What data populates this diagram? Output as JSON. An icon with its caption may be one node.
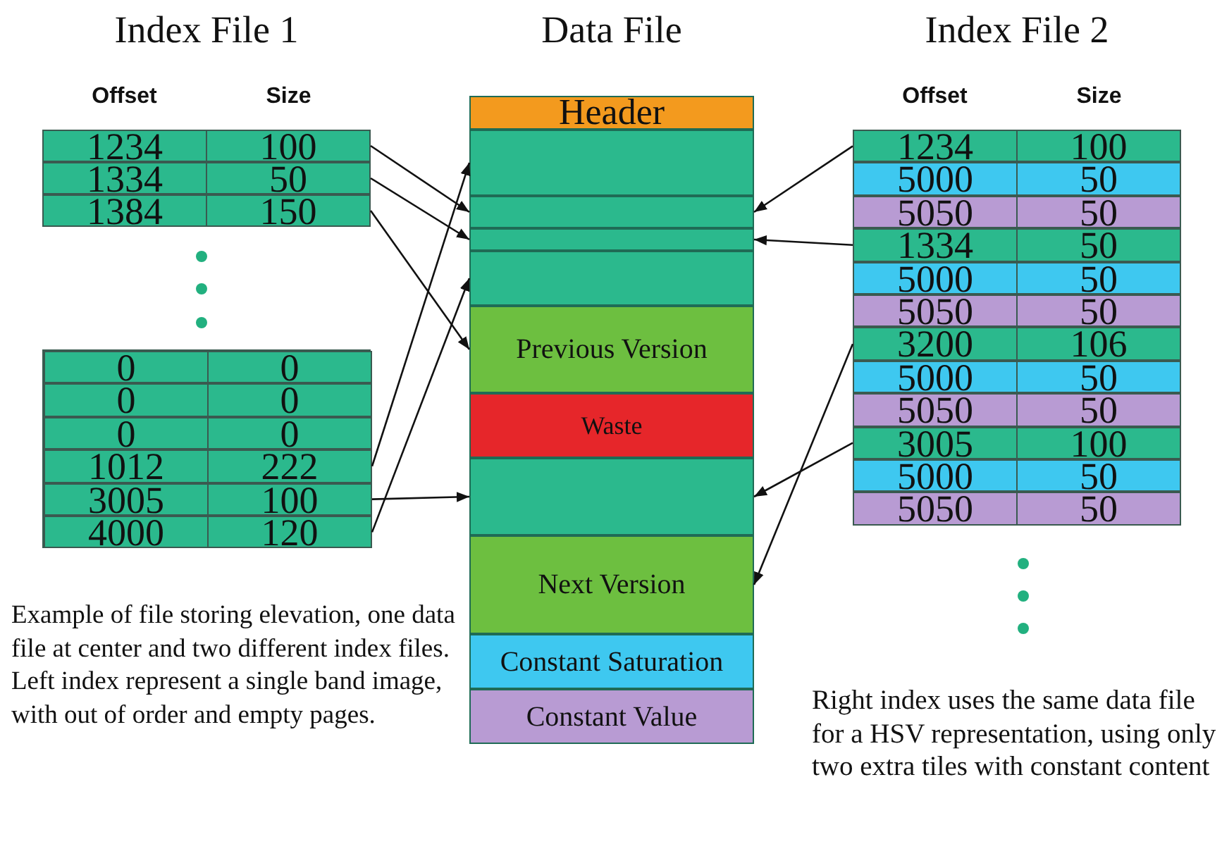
{
  "diagram": {
    "nodes": [
      {
        "text": [
          "Index File 1",
          "Offset",
          "Size"
        ]
      },
      {
        "text": [
          "1234",
          "100"
        ],
        "in": 0
      },
      {
        "text": [
          "1334",
          "50"
        ],
        "in": 0
      },
      {
        "text": [
          "1384",
          "150"
        ],
        "in": 0
      },
      {
        "text": [],
        "shape": "box"
      },
      {
        "text": [
          "0",
          "0"
        ],
        "in": 4
      },
      {
        "text": [
          "0",
          "0"
        ],
        "in": 4
      },
      {
        "text": [
          "0",
          "0"
        ],
        "in": 4
      },
      {
        "text": [
          "1012",
          "222"
        ],
        "in": 4
      },
      {
        "text": [
          "3005",
          "100"
        ],
        "in": 4
      },
      {
        "text": [
          "4000",
          "120"
        ],
        "in": 4
      },
      {
        "text": [
          "Data File"
        ]
      },
      {
        "text": [
          "Header"
        ],
        "in": 11
      },
      {
        "text": [],
        "shape": "box",
        "in": 11
      },
      {
        "text": [],
        "shape": "box",
        "in": 11
      },
      {
        "text": [],
        "shape": "box",
        "in": 11
      },
      {
        "text": [],
        "shape": "box",
        "in": 11
      },
      {
        "text": [
          "Previous Version"
        ],
        "in": 11
      },
      {
        "text": [
          "Waste"
        ],
        "in": 11
      },
      {
        "text": [],
        "shape": "box",
        "in": 11
      },
      {
        "text": [
          "Next Version"
        ],
        "in": 11
      },
      {
        "text": [
          "Constant Saturation"
        ],
        "in": 11
      },
      {
        "text": [
          "Constant Value"
        ],
        "in": 11
      },
      {
        "text": [
          "Index File 2",
          "Offset",
          "Size"
        ]
      },
      {
        "text": [
          "1234",
          "100"
        ],
        "in": 23
      },
      {
        "text": [
          "5000",
          "50"
        ],
        "in": 23
      },
      {
        "text": [
          "5050",
          "50"
        ],
        "in": 23
      },
      {
        "text": [
          "1334",
          "50"
        ],
        "in": 23
      },
      {
        "text": [
          "5000",
          "50"
        ],
        "in": 23
      },
      {
        "text": [
          "5050",
          "50"
        ],
        "in": 23
      },
      {
        "text": [
          "3200",
          "106"
        ],
        "in": 23
      },
      {
        "text": [
          "5000",
          "50"
        ],
        "in": 23
      },
      {
        "text": [
          "5050",
          "50"
        ],
        "in": 23
      },
      {
        "text": [
          "3005",
          "100"
        ],
        "in": 23
      },
      {
        "text": [
          "5000",
          "50"
        ],
        "in": 23
      },
      {
        "text": [
          "5050",
          "50"
        ],
        "in": 23
      }
    ],
    "edges": [
      {
        "from": 1,
        "to": 14,
        "arrow": "to"
      },
      {
        "from": 2,
        "to": 15,
        "arrow": "to"
      },
      {
        "from": 3,
        "to": 17,
        "arrow": "to"
      },
      {
        "from": 8,
        "to": 13,
        "arrow": "to"
      },
      {
        "from": 9,
        "to": 19,
        "arrow": "to"
      },
      {
        "from": 10,
        "to": 16,
        "arrow": "to"
      },
      {
        "from": 24,
        "to": 14,
        "arrow": "to"
      },
      {
        "from": 27,
        "to": 15,
        "arrow": "to"
      },
      {
        "from": 30,
        "to": 20,
        "arrow": "to"
      },
      {
        "from": 33,
        "to": 19,
        "arrow": "to"
      }
    ],
    "labels": [
      "Example of file storing elevation, one data file at center and two different index files. Left index represent a single band image, with out of order and empty pages.",
      "Right index uses the same data file for a HSV representation, using only two extra tiles with constant content"
    ]
  }
}
